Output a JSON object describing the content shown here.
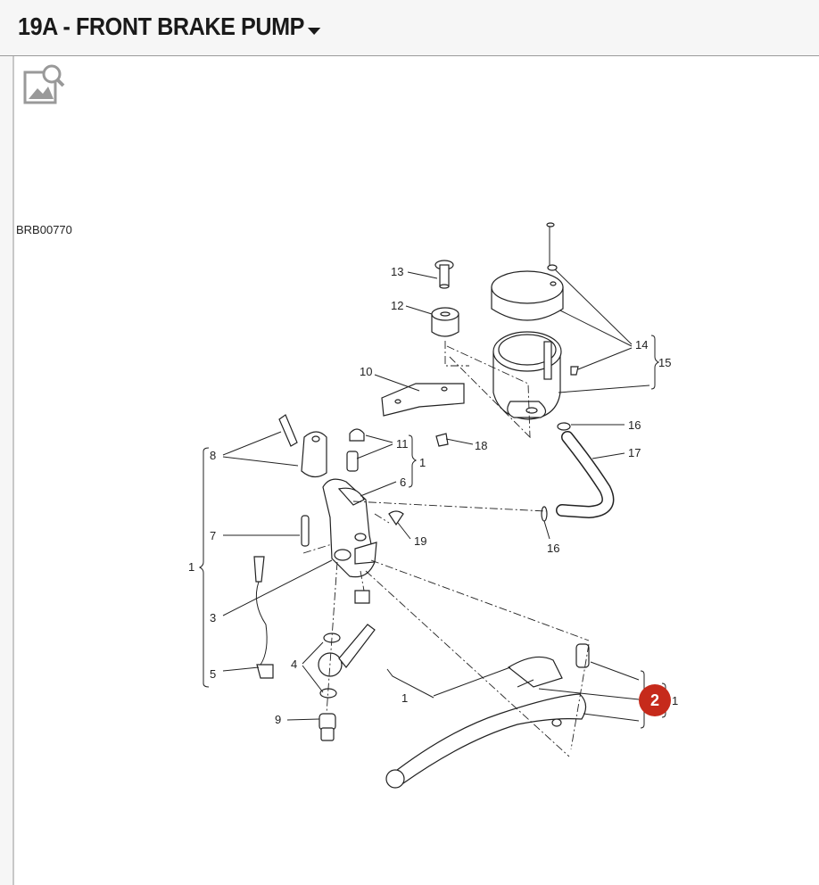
{
  "header": {
    "title": "19A - FRONT BRAKE PUMP",
    "dropdown_icon": "chevron-down-icon"
  },
  "panel": {
    "image_icon": "image-search-icon",
    "diagram_code": "BRB00770"
  },
  "diagram": {
    "labels": {
      "l13": "13",
      "l12": "12",
      "l10": "10",
      "l14": "14",
      "l15": "15",
      "l16a": "16",
      "l17": "17",
      "l16b": "16",
      "l18": "18",
      "l8": "8",
      "l11": "11",
      "l1a": "1",
      "l6": "6",
      "l7": "7",
      "l19": "19",
      "l1b": "1",
      "l3": "3",
      "l5": "5",
      "l4": "4",
      "l9": "9",
      "l1c": "1",
      "l1d": "1"
    },
    "selected_callout": "2"
  },
  "colors": {
    "callout": "#c62a1b",
    "background": "#ffffff",
    "header_bg": "#f6f6f6"
  }
}
